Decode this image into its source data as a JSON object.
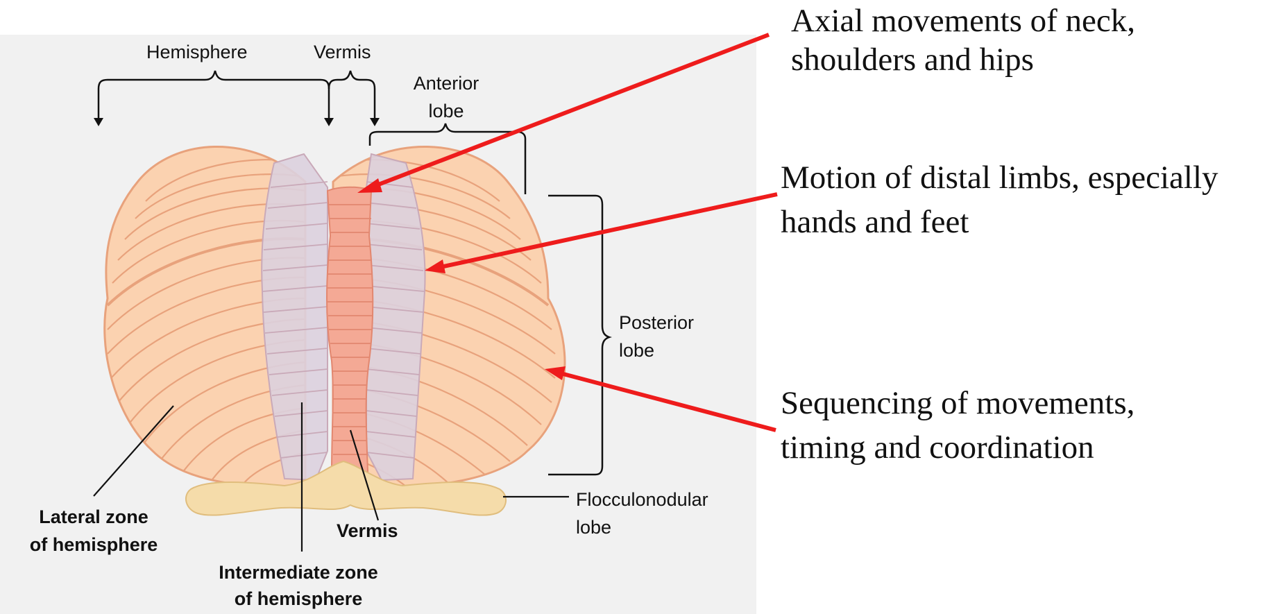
{
  "labels": {
    "hemisphere": "Hemisphere",
    "vermis_top": "Vermis",
    "anterior_lobe_1": "Anterior",
    "anterior_lobe_2": "lobe",
    "posterior_lobe_1": "Posterior",
    "posterior_lobe_2": "lobe",
    "flocculonodular_1": "Flocculonodular",
    "flocculonodular_2": "lobe",
    "lateral_zone_1": "Lateral zone",
    "lateral_zone_2": "of hemisphere",
    "vermis_bottom": "Vermis",
    "intermediate_zone_1": "Intermediate zone",
    "intermediate_zone_2": "of hemisphere"
  },
  "annotations": {
    "axial_1": "Axial movements of neck,",
    "axial_2": "shoulders and hips",
    "distal_1": "Motion of distal limbs, especially",
    "distal_2": "hands and feet",
    "sequencing_1": "Sequencing of movements,",
    "sequencing_2": "timing and coordination"
  },
  "colors": {
    "hemisphere_fill": "#fbd2b0",
    "intermediate_fill": "#dcd0de",
    "vermis_fill": "#f4a995",
    "folia_line": "#e8a27c",
    "flocculus_fill": "#f5dcaa",
    "arrow_red": "#ee1c1c"
  }
}
